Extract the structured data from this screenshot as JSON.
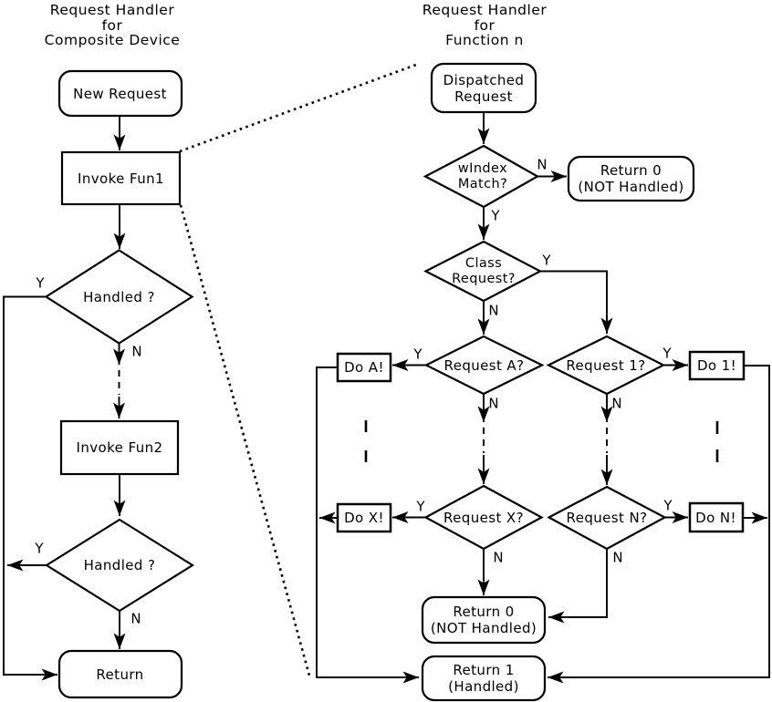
{
  "labels": {
    "yes": "Y",
    "no": "N"
  },
  "left_flow": {
    "title": [
      "Request Handler",
      "for",
      "Composite Device"
    ],
    "new_request": "New Request",
    "invoke_fun1": "Invoke Fun1",
    "handled_1": "Handled ?",
    "invoke_fun2": "Invoke Fun2",
    "handled_2": "Handled ?",
    "return": "Return"
  },
  "right_flow": {
    "title": [
      "Request Handler",
      "for",
      "Function n"
    ],
    "dispatched_request": [
      "Dispatched",
      "Request"
    ],
    "windex_match": [
      "wIndex",
      "Match?"
    ],
    "return0_top": [
      "Return 0",
      "(NOT Handled)"
    ],
    "class_request": [
      "Class",
      "Request?"
    ],
    "request_a": "Request A?",
    "request_1": "Request 1?",
    "do_a": "Do A!",
    "do_1": "Do 1!",
    "request_x": "Request X?",
    "request_n": "Request N?",
    "do_x": "Do X!",
    "do_n": "Do N!",
    "return0_bottom": [
      "Return 0",
      "(NOT Handled)"
    ],
    "return1": [
      "Return 1",
      "(Handled)"
    ]
  }
}
